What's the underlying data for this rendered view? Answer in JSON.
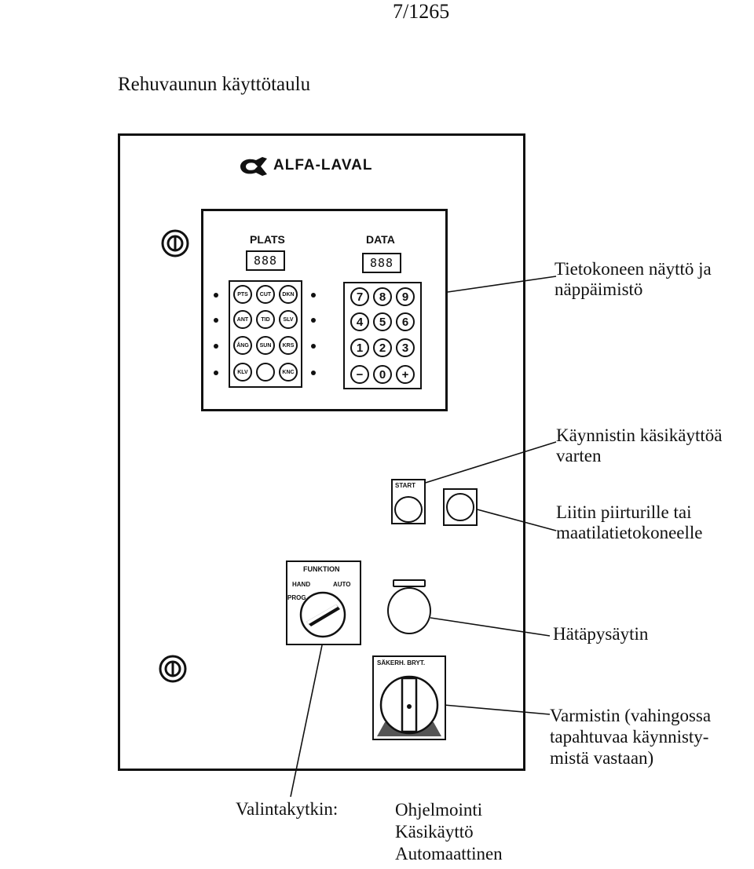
{
  "page_number": "7/1265",
  "title": "Rehuvaunun käyttötaulu",
  "panel": {
    "brand": "ALFA-LAVAL",
    "display": {
      "plats_label": "PLATS",
      "data_label": "DATA",
      "plats_readout": "888",
      "data_readout": "888",
      "function_keys": [
        "PTS",
        "CUT",
        "DKN",
        "ANT",
        "TID",
        "SLV",
        "ÅNG",
        "SUN",
        "KRS",
        "KLV",
        "",
        "KNC"
      ],
      "number_keys": [
        "7",
        "8",
        "9",
        "4",
        "5",
        "6",
        "1",
        "2",
        "3",
        "−",
        "0",
        "+"
      ]
    },
    "start_label": "START",
    "funktion": {
      "label": "FUNKTION",
      "hand": "HAND",
      "auto": "AUTO",
      "prog": "PROG"
    },
    "guard_label": "SÄKERH. BRYT."
  },
  "callouts": {
    "computer": [
      "Tietokoneen näyttö ja",
      "näppäimistö"
    ],
    "starter": [
      "Käynnistin käsikäyttöä",
      "varten"
    ],
    "connector": [
      "Liitin piirturille tai",
      "maatilatietokoneelle"
    ],
    "estop": "Hätäpysäytin",
    "guard": [
      "Varmistin (vahingossa",
      "tapahtuvaa käynnisty-",
      "mistä vastaan)"
    ],
    "selector_label": "Valintakytkin:",
    "selector_options": [
      "Ohjelmointi",
      "Käsikäyttö",
      "Automaattinen"
    ]
  },
  "colors": {
    "ink": "#111111",
    "paper": "#ffffff"
  }
}
